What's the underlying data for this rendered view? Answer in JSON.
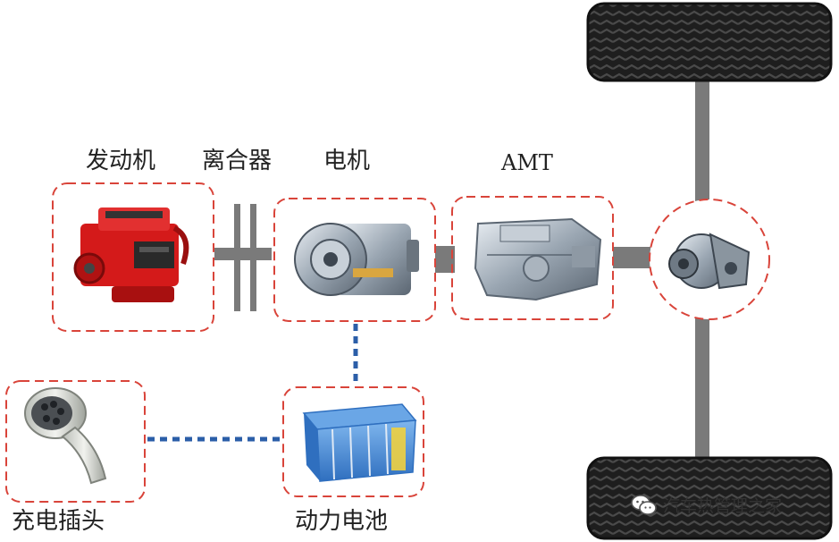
{
  "labels": {
    "engine": "发动机",
    "clutch": "离合器",
    "motor": "电机",
    "amt": "AMT",
    "charging_plug": "充电插头",
    "battery": "动力电池"
  },
  "watermark": {
    "text": "汽车热管理之家",
    "icon": "wechat-icon"
  },
  "colors": {
    "dashed_border": "#d9443a",
    "shaft": "#7a7a7a",
    "dotted_connector": "#2b5ea8",
    "engine_red": "#d41a1a",
    "battery_blue": "#4a90d9"
  }
}
